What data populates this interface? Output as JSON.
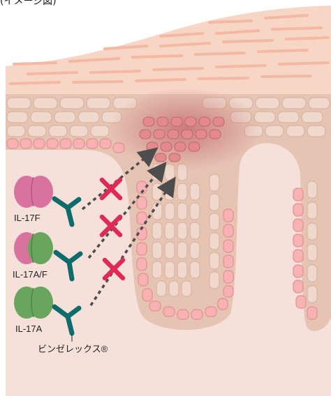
{
  "header": {
    "cropped_caption": "(イメージ図)"
  },
  "cytokines": [
    {
      "label": "IL-17F",
      "icon": "il17f-dimer-icon",
      "colors": [
        "#d8739d",
        "#d8739d"
      ]
    },
    {
      "label": "IL-17A/F",
      "icon": "il17af-dimer-icon",
      "colors": [
        "#d8739d",
        "#6aa55e"
      ]
    },
    {
      "label": "IL-17A",
      "icon": "il17a-dimer-icon",
      "colors": [
        "#6aa55e",
        "#6aa55e"
      ]
    }
  ],
  "drug": {
    "label": "ビンゼレックス®",
    "antibody_icon": "antibody-y-icon",
    "antibody_color": "#0f6c6c"
  },
  "inhibition_marks": {
    "icon": "red-x-icon",
    "color": "#e02a55",
    "count": 3
  },
  "arrows": {
    "icon": "dotted-arrow-icon",
    "color": "#4d4d4d",
    "count": 3
  },
  "colors": {
    "dermis": "#f6e1da",
    "stratum_corneum": "#f9dccf",
    "epidermis": "#e9c8b7",
    "basal_cells": "#f5b8b8",
    "inflamed_region": "#c97b7b"
  }
}
